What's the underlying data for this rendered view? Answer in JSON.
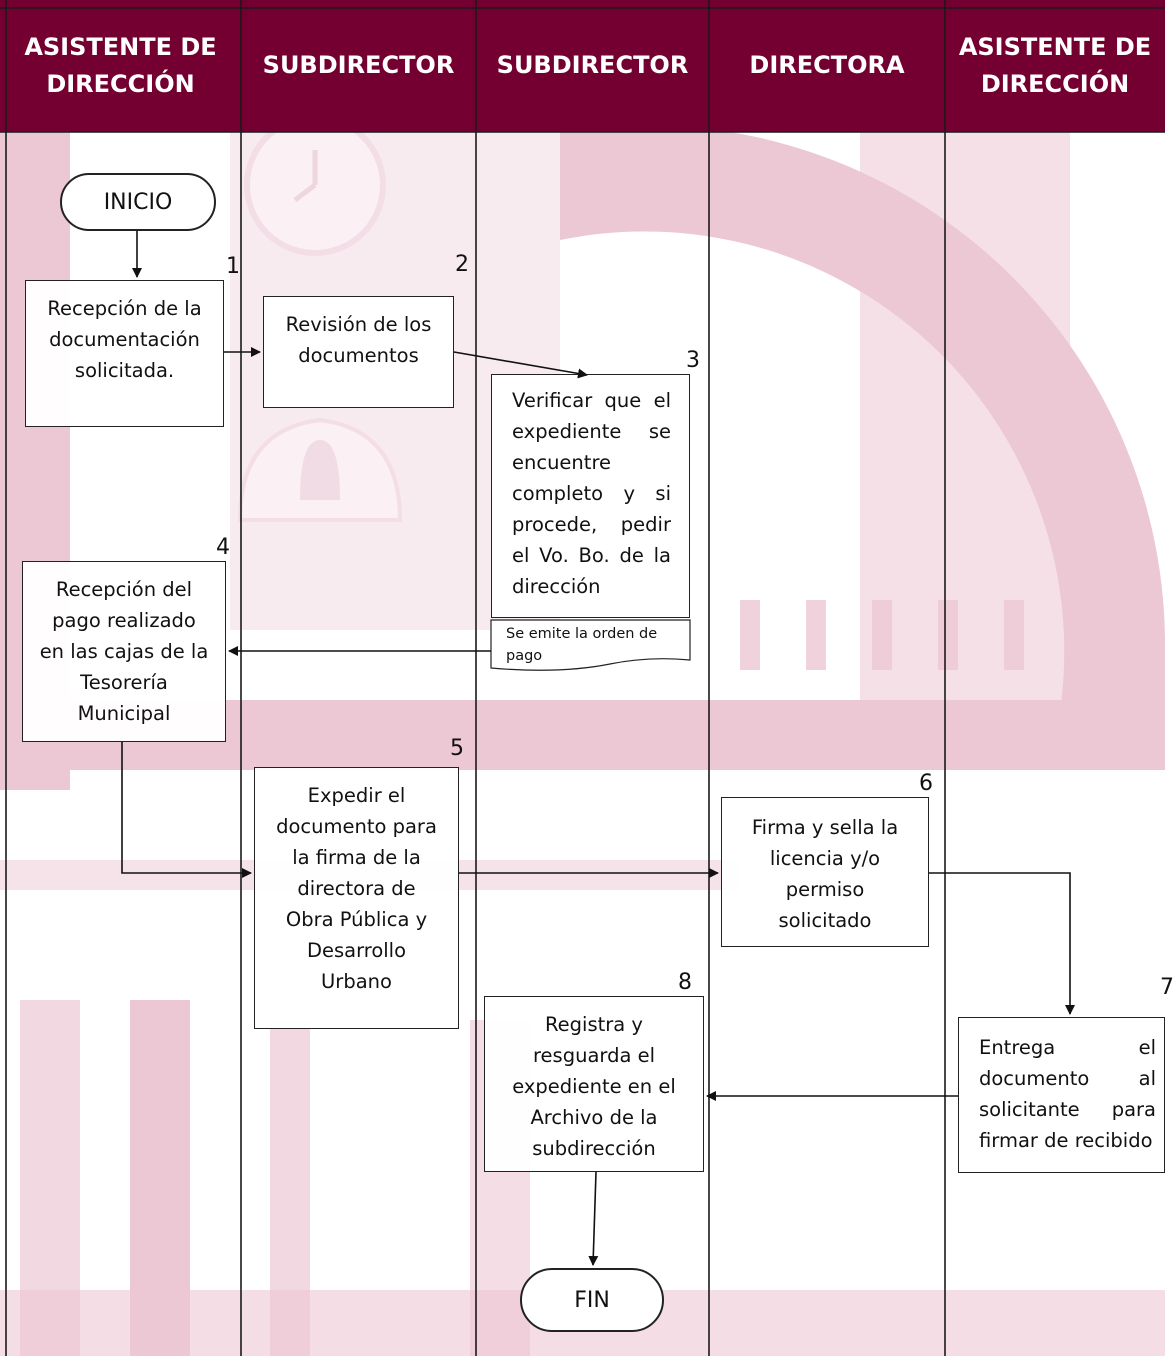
{
  "lanes": [
    {
      "line1": "ASISTENTE DE",
      "line2": "DIRECCIÓN"
    },
    {
      "line1": "SUBDIRECTOR",
      "line2": ""
    },
    {
      "line1": "SUBDIRECTOR",
      "line2": ""
    },
    {
      "line1": "DIRECTORA",
      "line2": ""
    },
    {
      "line1": "ASISTENTE DE",
      "line2": "DIRECCIÓN"
    }
  ],
  "terminals": {
    "start": "INICIO",
    "end": "FIN"
  },
  "steps": [
    {
      "num": "1",
      "lines": [
        "Recepción de la",
        "documentación",
        "solicitada."
      ]
    },
    {
      "num": "2",
      "lines": [
        "Revisión de los",
        "documentos"
      ]
    },
    {
      "num": "3",
      "lines": [
        "Verificar que el",
        "expediente se",
        "encuentre",
        "completo y si",
        "procede, pedir",
        "el Vo. Bo. de la",
        "dirección"
      ]
    },
    {
      "num": "4",
      "lines": [
        "Recepción del",
        "pago realizado",
        "en las cajas de la",
        "Tesorería",
        "Municipal"
      ]
    },
    {
      "num": "5",
      "lines": [
        "Expedir el",
        "documento para",
        "la firma de la",
        "directora de",
        "Obra Pública y",
        "Desarrollo",
        "Urbano"
      ]
    },
    {
      "num": "6",
      "lines": [
        "Firma y sella la",
        "licencia y/o",
        "permiso",
        "solicitado"
      ]
    },
    {
      "num": "7",
      "lines": [
        "Entrega el",
        "documento al",
        "solicitante para",
        "firmar de recibido"
      ]
    },
    {
      "num": "8",
      "lines": [
        "Registra y",
        "resguarda el",
        "expediente en el",
        "Archivo de la",
        "subdirección"
      ]
    }
  ],
  "document_note": {
    "lines": [
      "Se emite la orden de",
      "pago"
    ]
  },
  "colors": {
    "header": "#730030",
    "watermark": "#e8c6d2"
  }
}
